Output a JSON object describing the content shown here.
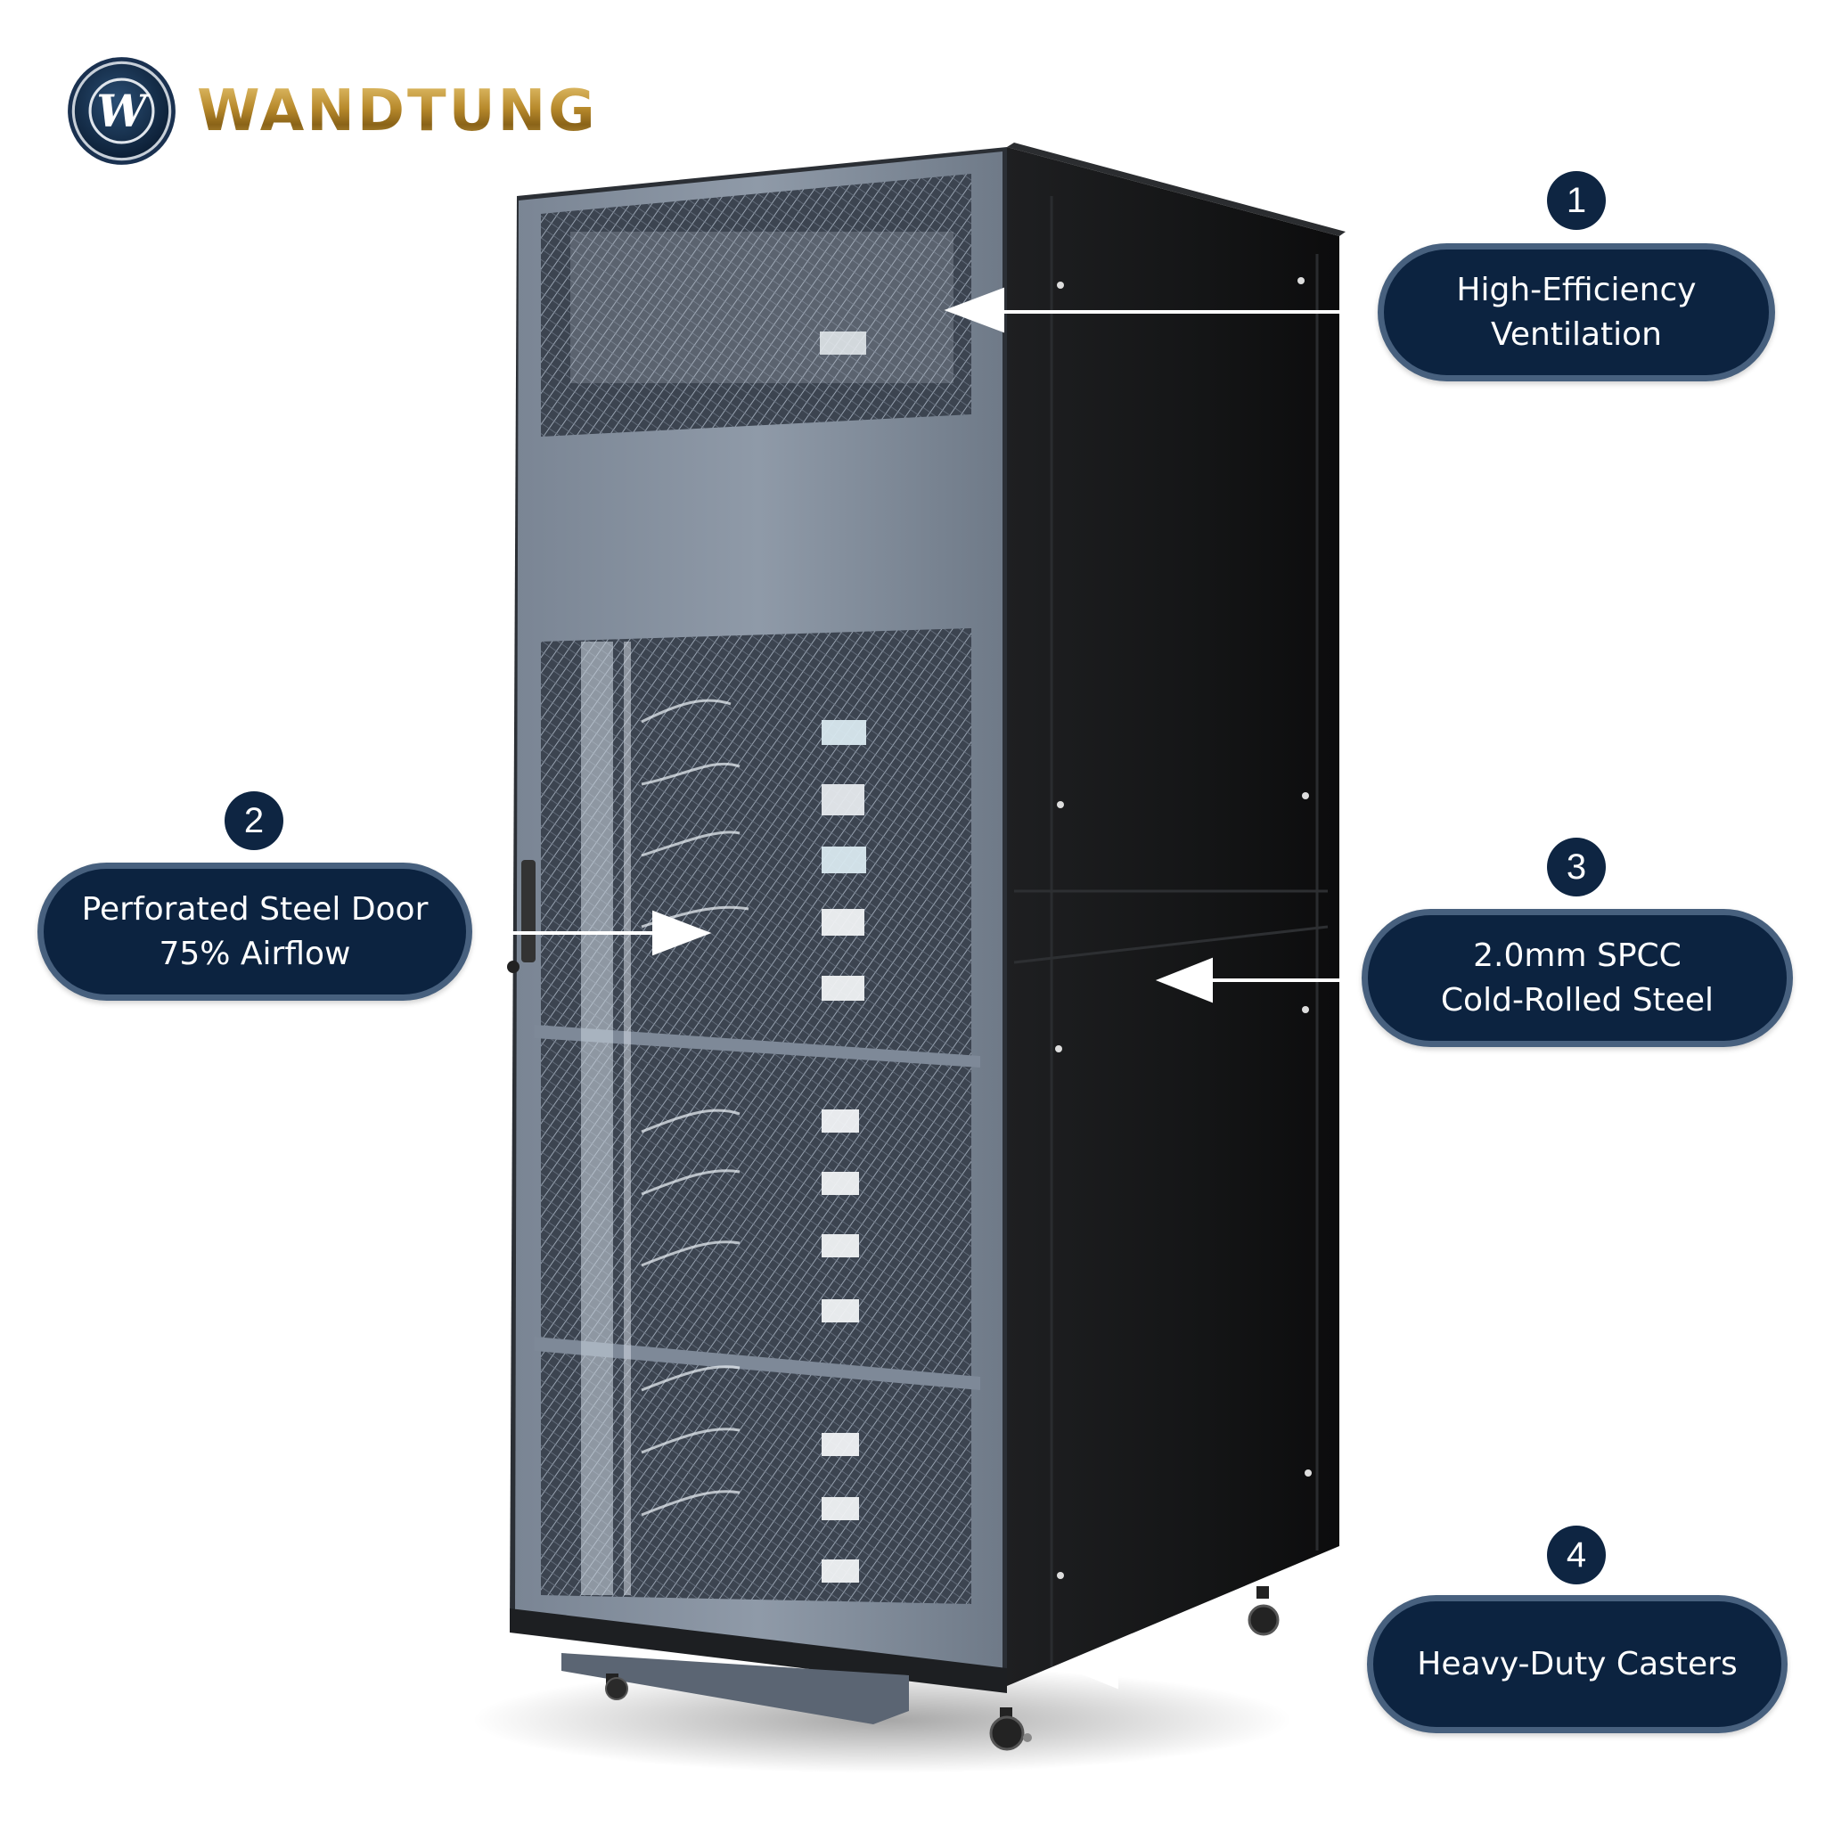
{
  "brand": {
    "name": "WANDTUNG",
    "logo_letter": "W",
    "logo_icon": "circle-w-logo-icon",
    "colors": {
      "gold": "#c9a24c",
      "navy": "#102a48"
    }
  },
  "product": {
    "icon": "server-rack-cabinet-icon",
    "colors": {
      "door": "#8994a2",
      "side_panel": "#161718",
      "frame": "#2b2f35"
    }
  },
  "callouts": [
    {
      "number": "1",
      "lines": [
        "High-Efficiency",
        "Ventilation"
      ]
    },
    {
      "number": "2",
      "lines": [
        "Perforated Steel Door",
        "75% Airflow"
      ]
    },
    {
      "number": "3",
      "lines": [
        "2.0mm SPCC",
        "Cold-Rolled Steel"
      ]
    },
    {
      "number": "4",
      "lines": [
        "Heavy-Duty Casters"
      ]
    }
  ],
  "style": {
    "callout_fill": "#0c2340",
    "callout_border": "#47607e",
    "badge_fill": "#0e2542",
    "arrow": "#ffffff"
  }
}
